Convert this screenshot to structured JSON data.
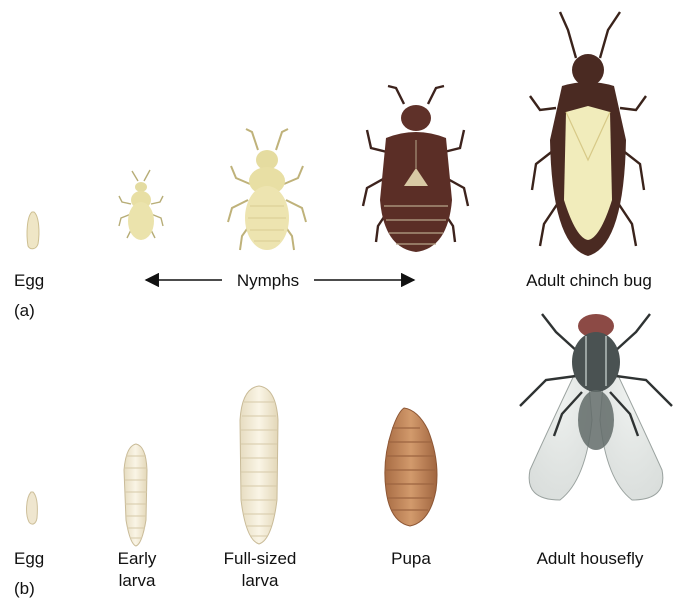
{
  "panel_a": {
    "tag": "(a)",
    "stages": {
      "egg": "Egg",
      "nymphs": "Nymphs",
      "adult": "Adult chinch bug"
    }
  },
  "panel_b": {
    "tag": "(b)",
    "stages": {
      "egg": "Egg",
      "early_larva": [
        "Early",
        "larva"
      ],
      "full_larva": [
        "Full-sized",
        "larva"
      ],
      "pupa": "Pupa",
      "adult": "Adult housefly"
    }
  },
  "colors": {
    "nymph_pale": "#e8dfa4",
    "nymph_dark": "#5b2e26",
    "adult_bug_body": "#4a2a22",
    "adult_bug_wing": "#f1ecbb",
    "larva": "#f2ead2",
    "pupa": "#c1875b",
    "fly_body": "#4a5252",
    "fly_wing": "#dfe3e1"
  }
}
